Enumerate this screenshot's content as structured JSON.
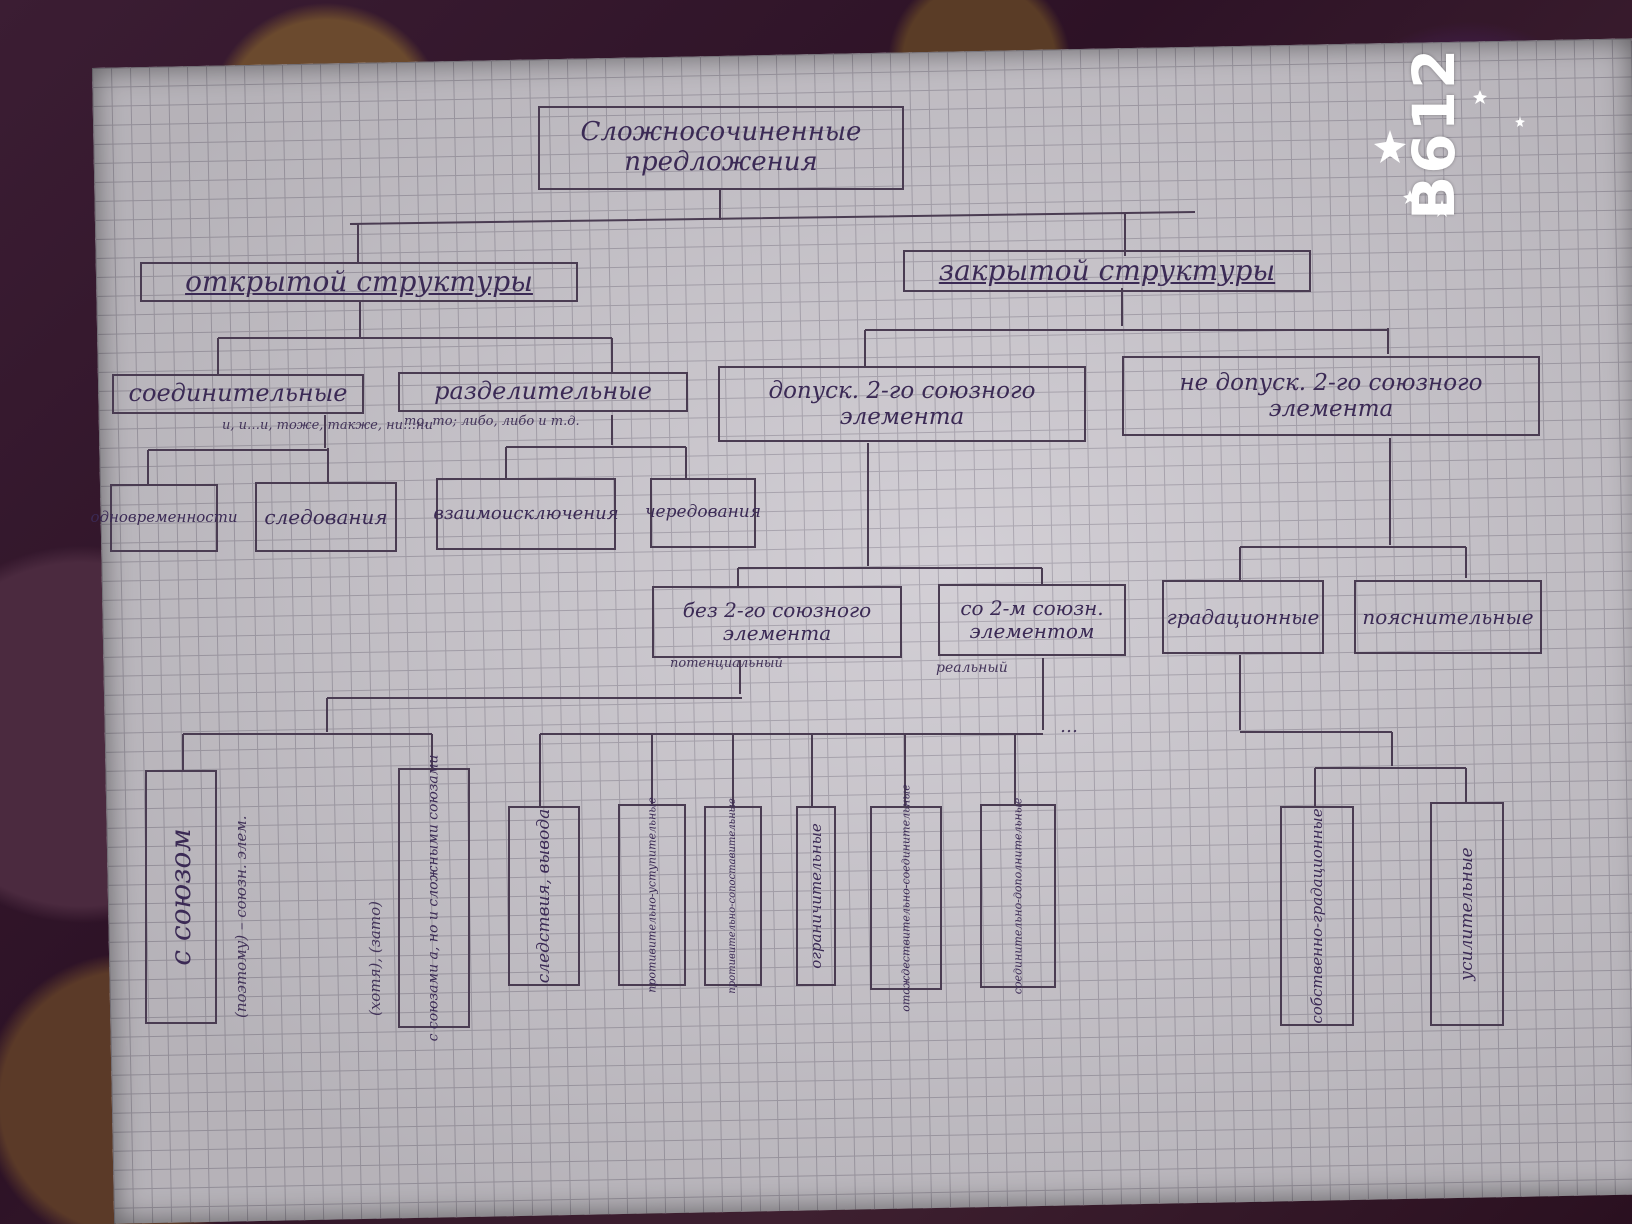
{
  "title": "Сложносочиненные предложения",
  "open_structure": "открытой структуры",
  "closed_structure": "закрытой структуры",
  "open": {
    "connective": "соединительные",
    "connective_note": "и, и…и, тоже, также, ни…ни",
    "disjunctive": "разделительные",
    "disjunctive_note": "то, то; либо, либо   и т.д.",
    "simultaneity": "одновременности",
    "sequence": "следования",
    "mutual_exclusion": "взаимоисключения",
    "alternation": "чередования"
  },
  "closed": {
    "allows": "допуск. 2-го союзного элемента",
    "not_allows": "не допуск. 2-го союзного элемента",
    "without_second": "без 2-го союзного элемента",
    "without_second_note": "потенциальный",
    "with_second": "со 2-м союзн. элементом",
    "with_second_note": "реальный",
    "gradational": "градационные",
    "explanatory": "пояснительные",
    "dots": "…"
  },
  "vertical": {
    "with_union": "с союзом",
    "with_union_note": "(поэтому) – союзн. элем.",
    "with_unions2_note": "(хотя), (зато)",
    "with_unions2": "с союзами а, но и сложными союзами",
    "consequence": "следствия, вывода",
    "adversative": "противительно-уступительные",
    "adversative_comparative": "противительно-сопоставительные",
    "restrictive": "ограничительные",
    "connective_adversative": "отождествительно-соединительные",
    "connective_additional": "соединительно-дополнительные",
    "proper_gradational": "собственно-градационные",
    "intensifying": "усилительные"
  },
  "watermark": "B612",
  "colors": {
    "ink": "#3b2a55",
    "paper": "#cfcbd2",
    "grid": "#a7a2ad"
  }
}
